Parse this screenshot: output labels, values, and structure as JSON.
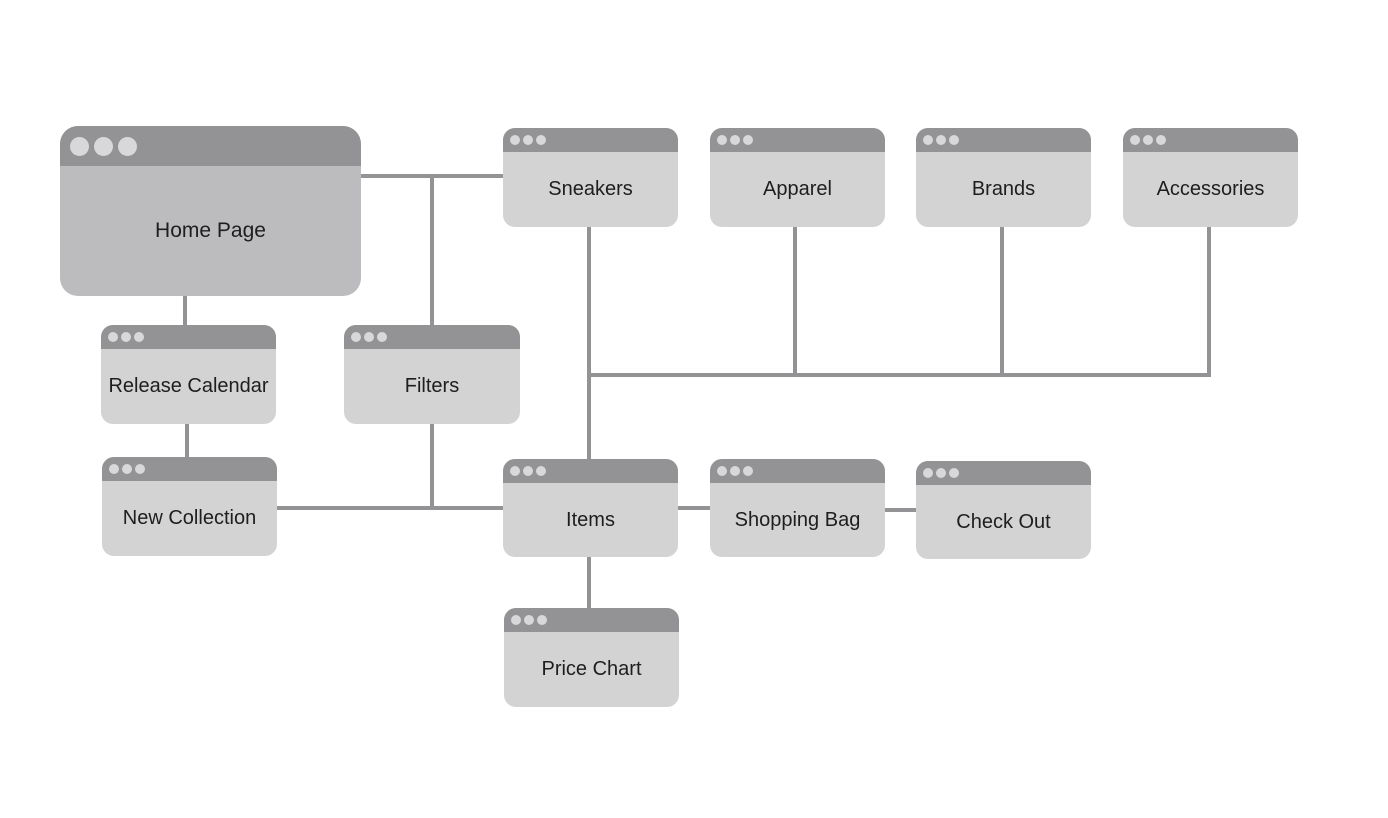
{
  "diagram": {
    "pages": {
      "home": "Home Page",
      "sneakers": "Sneakers",
      "apparel": "Apparel",
      "brands": "Brands",
      "accessories": "Accessories",
      "release_calendar": "Release Calendar",
      "filters": "Filters",
      "new_collection": "New Collection",
      "items": "Items",
      "shopping_bag": "Shopping Bag",
      "check_out": "Check Out",
      "price_chart": "Price Chart"
    },
    "colors": {
      "window_body": "#d3d3d4",
      "window_title_bar": "#939396",
      "home_body": "#bcbcbf",
      "connector": "#939396",
      "text": "#1e1e1e"
    }
  }
}
